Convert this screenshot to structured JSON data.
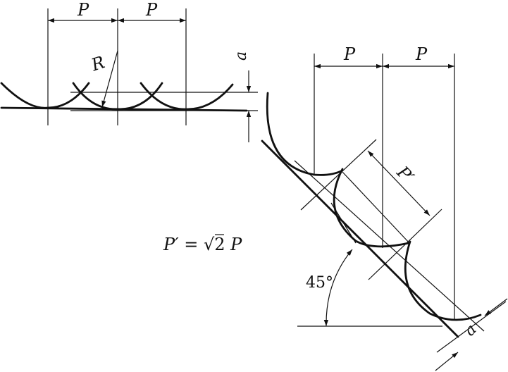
{
  "diagram": {
    "left": {
      "pitch_labels": [
        "P",
        "P"
      ],
      "radius_label": "R",
      "height_label": "a"
    },
    "right": {
      "pitch_labels": [
        "P",
        "P"
      ],
      "inclined_pitch_label": "P′",
      "height_label": "a",
      "angle_label": "45°"
    },
    "formula": {
      "lhs": "P′",
      "eq": " = ",
      "root": "√2",
      "rhs": " P"
    }
  }
}
